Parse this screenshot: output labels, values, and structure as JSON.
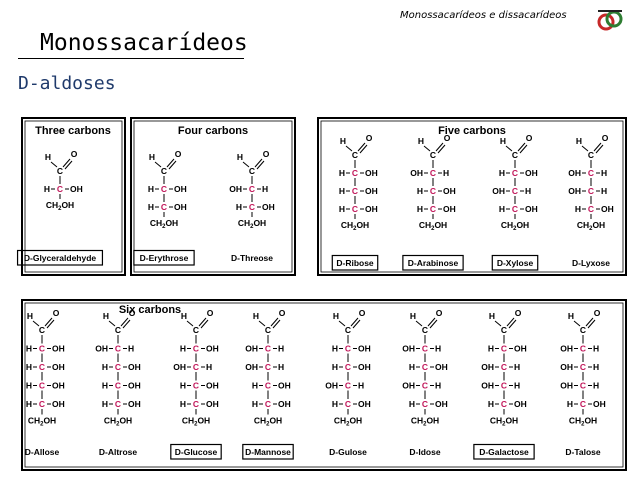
{
  "header": {
    "subtitle": "Monossacarídeos e dissacarídeos",
    "logo_icon": "ring-logo-icon"
  },
  "title": "Monossacarídeos",
  "section": "D-aldoses",
  "colors": {
    "section_text": "#1f3a6b",
    "chiral_carbon": "#c2185b",
    "logo_green": "#2e7d32",
    "logo_red": "#c62828"
  },
  "labels": {
    "prefix": "D-",
    "aldehyde_c": "C",
    "h": "H",
    "o": "O",
    "carbon": "C",
    "oh": "OH",
    "ch2oh": "CH2OH",
    "dash": "—"
  },
  "groups": [
    {
      "id": "three",
      "title": "Three carbons",
      "sugars": [
        {
          "name": "Glyceraldehyde",
          "config": [
            "R"
          ],
          "boxed": true
        }
      ]
    },
    {
      "id": "four",
      "title": "Four carbons",
      "sugars": [
        {
          "name": "Erythrose",
          "config": [
            "R",
            "R"
          ],
          "boxed": true
        },
        {
          "name": "Threose",
          "config": [
            "L",
            "R"
          ],
          "boxed": false
        }
      ]
    },
    {
      "id": "five",
      "title": "Five carbons",
      "sugars": [
        {
          "name": "Ribose",
          "config": [
            "R",
            "R",
            "R"
          ],
          "boxed": true
        },
        {
          "name": "Arabinose",
          "config": [
            "L",
            "R",
            "R"
          ],
          "boxed": true
        },
        {
          "name": "Xylose",
          "config": [
            "R",
            "L",
            "R"
          ],
          "boxed": true
        },
        {
          "name": "Lyxose",
          "config": [
            "L",
            "L",
            "R"
          ],
          "boxed": false
        }
      ]
    },
    {
      "id": "six",
      "title": "Six carbons",
      "sugars": [
        {
          "name": "Allose",
          "config": [
            "R",
            "R",
            "R",
            "R"
          ],
          "boxed": false
        },
        {
          "name": "Altrose",
          "config": [
            "L",
            "R",
            "R",
            "R"
          ],
          "boxed": false
        },
        {
          "name": "Glucose",
          "config": [
            "R",
            "L",
            "R",
            "R"
          ],
          "boxed": true
        },
        {
          "name": "Mannose",
          "config": [
            "L",
            "L",
            "R",
            "R"
          ],
          "boxed": true
        },
        {
          "name": "Gulose",
          "config": [
            "R",
            "R",
            "L",
            "R"
          ],
          "boxed": false
        },
        {
          "name": "Idose",
          "config": [
            "L",
            "R",
            "L",
            "R"
          ],
          "boxed": false
        },
        {
          "name": "Galactose",
          "config": [
            "R",
            "L",
            "L",
            "R"
          ],
          "boxed": true
        },
        {
          "name": "Talose",
          "config": [
            "L",
            "L",
            "L",
            "R"
          ],
          "boxed": false
        }
      ]
    }
  ]
}
